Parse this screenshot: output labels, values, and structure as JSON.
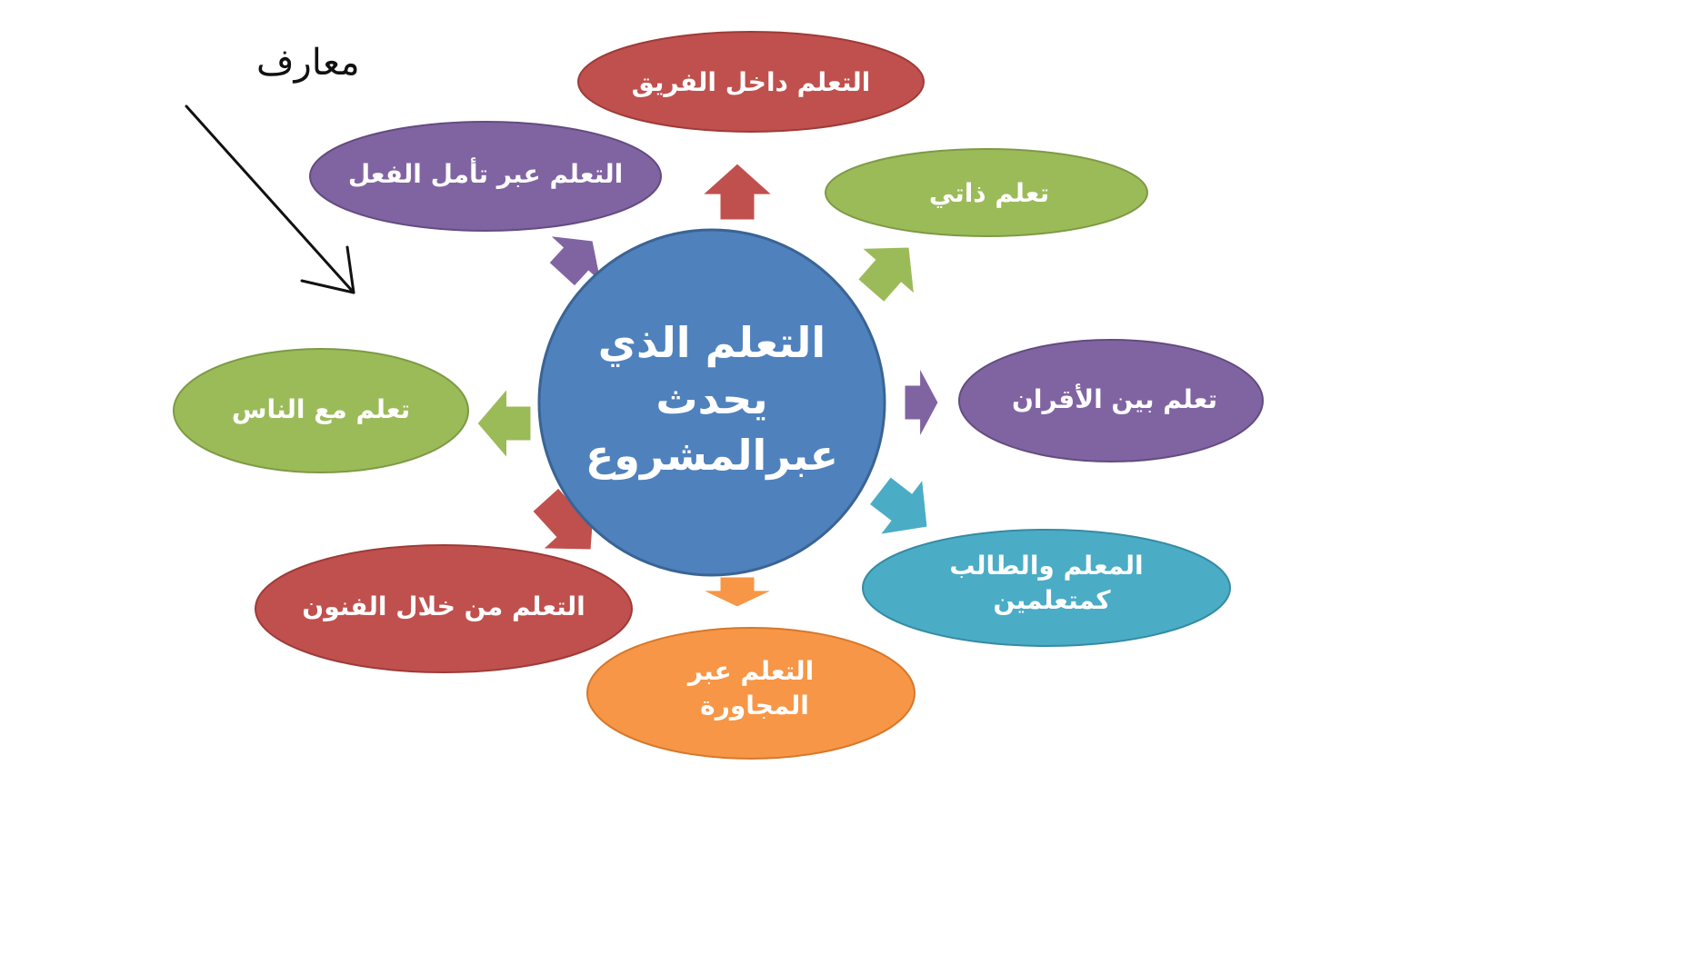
{
  "annotation": {
    "text": "معارف"
  },
  "center": {
    "lines": [
      "التعلم الذي",
      "يحدث",
      "عبرالمشروع"
    ],
    "color": "#4F81BD"
  },
  "nodes": [
    {
      "id": "team",
      "lines": [
        "التعلم داخل الفريق"
      ],
      "color": "#C0504D"
    },
    {
      "id": "self",
      "lines": [
        "تعلم ذاتي"
      ],
      "color": "#9BBB59"
    },
    {
      "id": "peers",
      "lines": [
        "تعلم بين  الأقران"
      ],
      "color": "#8064A2"
    },
    {
      "id": "teacher",
      "lines": [
        "المعلم والطالب",
        "كمتعلمين"
      ],
      "color": "#4BACC6"
    },
    {
      "id": "neighbor",
      "lines": [
        "التعلم عبر",
        "المجاورة"
      ],
      "color": "#F79646"
    },
    {
      "id": "arts",
      "lines": [
        "التعلم من خلال الفنون"
      ],
      "color": "#C0504D"
    },
    {
      "id": "people",
      "lines": [
        "تعلم مع الناس"
      ],
      "color": "#9BBB59"
    },
    {
      "id": "reflection",
      "lines": [
        "التعلم عبر تأمل الفعل"
      ],
      "color": "#8064A2"
    }
  ]
}
